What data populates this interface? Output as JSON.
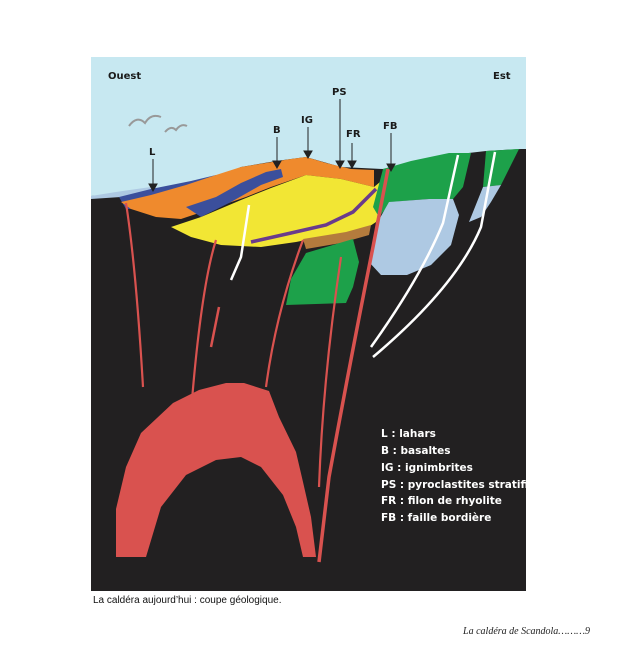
{
  "directions": {
    "west": "Ouest",
    "east": "Est"
  },
  "markers": [
    "L",
    "B",
    "IG",
    "PS",
    "FR",
    "FB"
  ],
  "legend": [
    "L : lahars",
    "B : basaltes",
    "IG : ignimbrites",
    "PS : pyroclastites stratifiées",
    "FR : filon de rhyolite",
    "FB : faille bordière"
  ],
  "caption": "La caldéra aujourd’hui : coupe géologique.",
  "footer": "La caldéra de Scandola………9",
  "colors": {
    "sky": "#c7e8f1",
    "rock": "#222021",
    "magma": "#d9524f",
    "orange": "#ef8a2d",
    "blue": "#3b4f9c",
    "yellow": "#f2e634",
    "purple": "#6a3b8c",
    "brown": "#b47b3d",
    "green": "#1da14a",
    "lightblue": "#aec9e3"
  },
  "icons": [
    "bird-icon",
    "bird-icon"
  ]
}
